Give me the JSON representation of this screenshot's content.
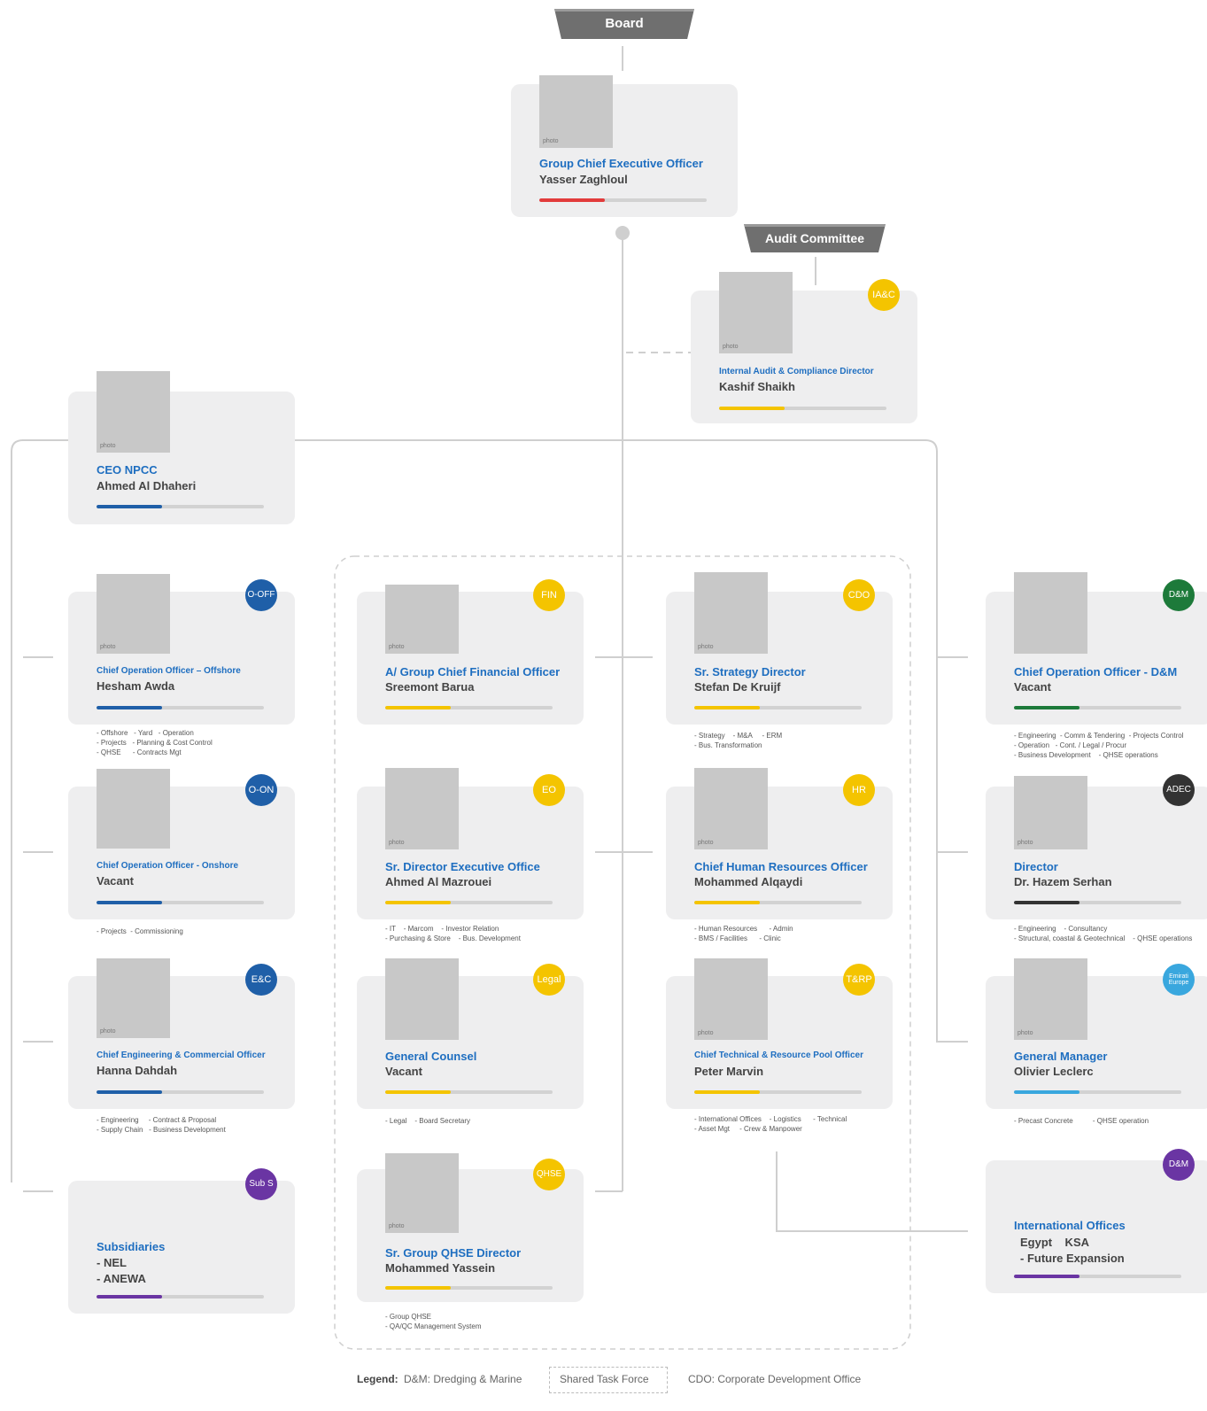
{
  "board_label": "Board",
  "audit_label": "Audit Committee",
  "colors": {
    "title_blue": "#1e6ec0",
    "red": "#e23b3b",
    "yellow": "#f4c400",
    "blue": "#1f5fa8",
    "green": "#1d7a3a",
    "dark": "#333333",
    "light_blue": "#39a7de",
    "purple": "#6a35a3"
  },
  "cards": {
    "ceo": {
      "title": "Group Chief Executive Officer",
      "name": "Yasser Zaghloul"
    },
    "audit": {
      "title": "Internal Audit & Compliance Director",
      "name": "Kashif Shaikh",
      "badge": "IA&C"
    },
    "npcc": {
      "title": "CEO NPCC",
      "name": "Ahmed Al Dhaheri"
    },
    "coo_off": {
      "title": "Chief Operation Officer – Offshore",
      "name": "Hesham Awda",
      "badge": "O-OFF"
    },
    "coo_on": {
      "title": "Chief Operation Officer - Onshore",
      "name": "Vacant",
      "badge": "O-ON"
    },
    "ceco": {
      "title": "Chief Engineering & Commercial Officer",
      "name": "Hanna Dahdah",
      "badge": "E&C"
    },
    "subs": {
      "title": "Subsidiaries",
      "name": "- NEL",
      "name2": "- ANEWA",
      "badge": "Sub S"
    },
    "cfo": {
      "title": "A/ Group Chief Financial Officer",
      "name": "Sreemont Barua",
      "badge": "FIN"
    },
    "sdeo": {
      "title": "Sr. Director Executive Office",
      "name": "Ahmed Al Mazrouei",
      "badge": "EO"
    },
    "gc": {
      "title": "General Counsel",
      "name": "Vacant",
      "badge": "Legal"
    },
    "qhse": {
      "title": "Sr. Group QHSE Director",
      "name": "Mohammed Yassein",
      "badge": "QHSE"
    },
    "ssd": {
      "title": "Sr. Strategy Director",
      "name": "Stefan De Kruijf",
      "badge": "CDO"
    },
    "chro": {
      "title": "Chief Human Resources Officer",
      "name": "Mohammed Alqaydi",
      "badge": "HR"
    },
    "ctrpo": {
      "title": "Chief Technical & Resource Pool Officer",
      "name": "Peter Marvin",
      "badge": "T&RP"
    },
    "coo_dm": {
      "title": "Chief Operation Officer - D&M",
      "name": "Vacant",
      "badge": "D&M"
    },
    "director": {
      "title": "Director",
      "name": "Dr. Hazem Serhan",
      "badge": "ADEC"
    },
    "gm": {
      "title": "General Manager",
      "name": "Olivier Leclerc",
      "badge": "Emirati Europe"
    },
    "intl": {
      "title": "International Offices",
      "name": "Egypt    KSA",
      "name2": "- Future Expansion",
      "badge": "D&M"
    }
  },
  "notes": {
    "coo_off": "- Offshore   - Yard   - Operation\n- Projects   - Planning & Cost Control\n- QHSE      - Contracts Mgt",
    "coo_on": "- Projects  - Commissioning",
    "ceco": "- Engineering     - Contract & Proposal\n- Supply Chain   - Business Development",
    "ssd": "- Strategy    - M&A     - ERM\n- Bus. Transformation",
    "sdeo": "- IT    - Marcom    - Investor Relation\n- Purchasing & Store    - Bus. Development",
    "chro": "- Human Resources      - Admin\n- BMS / Facilities      - Clinic",
    "gc": "- Legal    - Board Secretary",
    "ctrpo": "- International Offices    - Logistics      - Technical\n- Asset Mgt     - Crew & Manpower",
    "qhse": "- Group QHSE\n- QA/QC Management System",
    "coo_dm": "- Engineering  - Comm & Tendering  - Projects Control\n- Operation   - Cont. / Legal / Procur\n- Business Development    - QHSE operations",
    "director": "- Engineering    - Consultancy\n- Structural, coastal & Geotechnical    - QHSE operations",
    "gm": "- Precast Concrete          - QHSE operation"
  },
  "legend": {
    "label": "Legend:",
    "dm": "D&M: Dredging & Marine",
    "shared": "Shared Task Force",
    "cdo": "CDO: Corporate Development Office"
  },
  "photo_placeholder": "photo"
}
